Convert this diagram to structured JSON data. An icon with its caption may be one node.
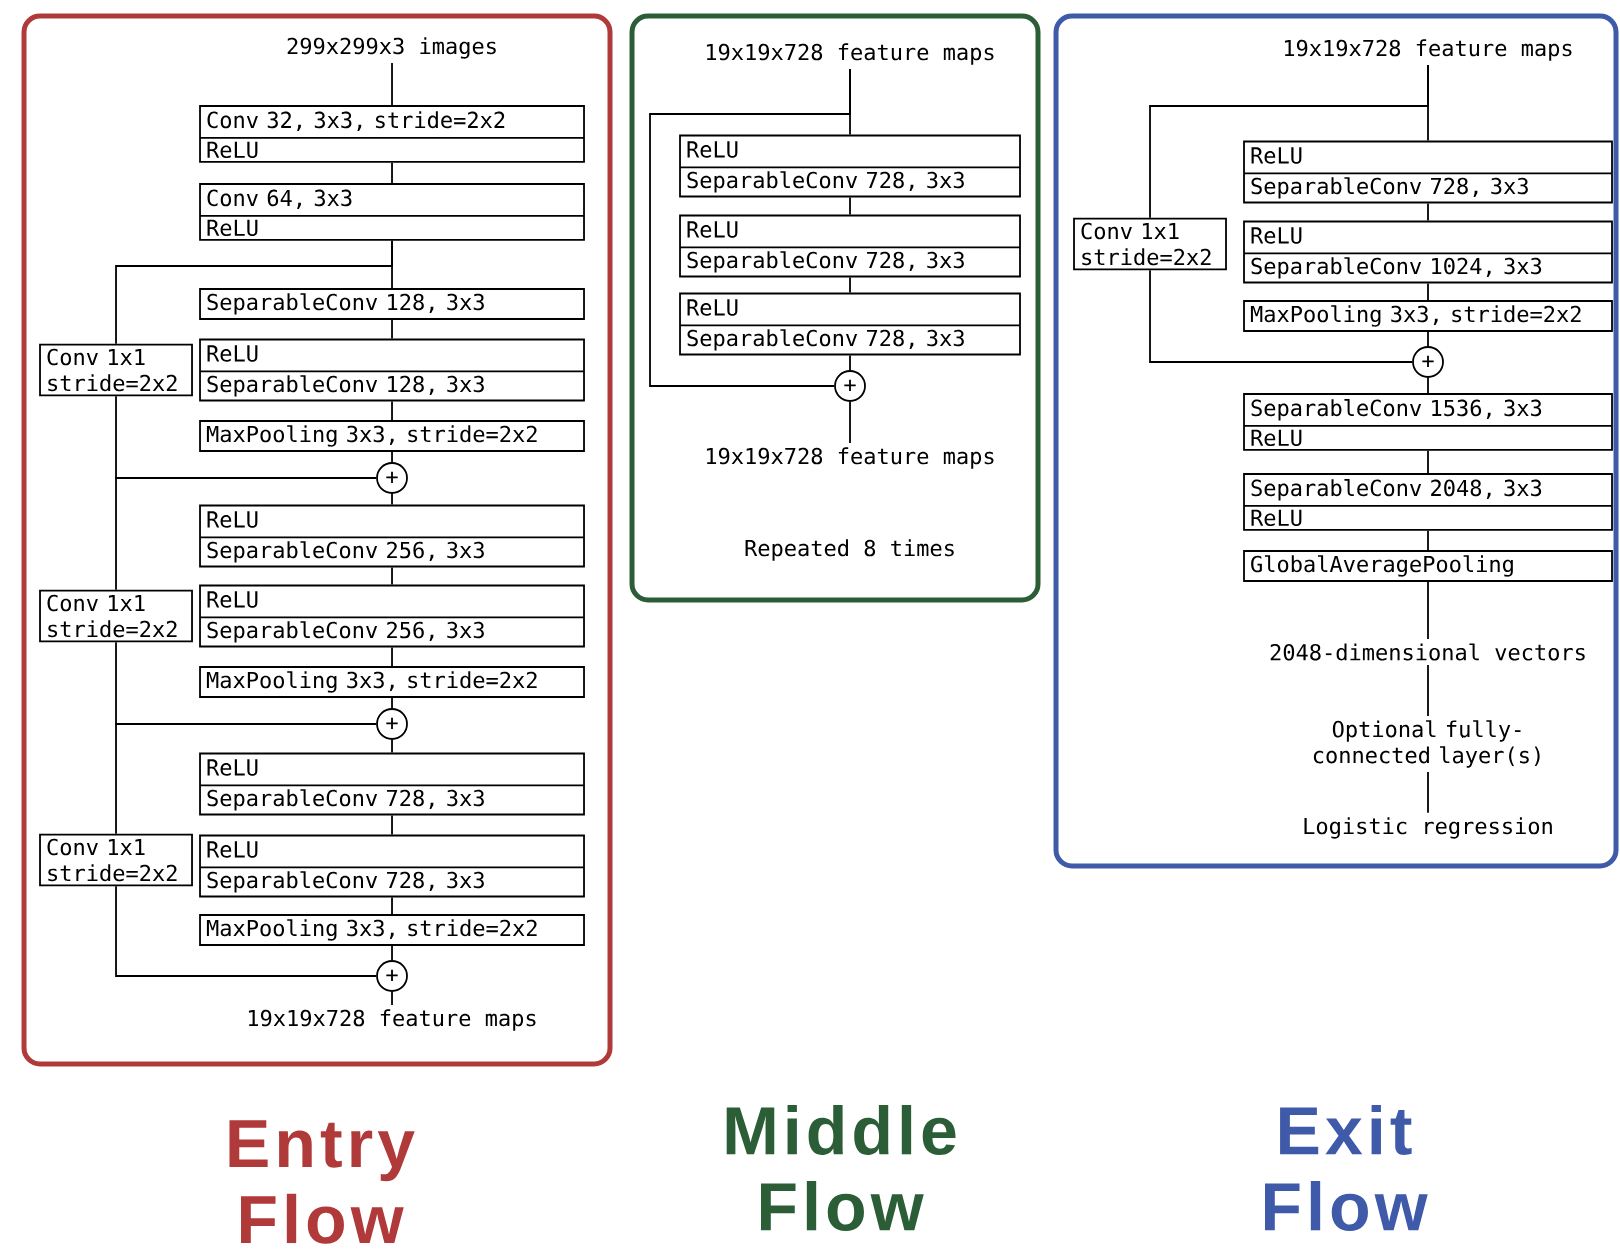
{
  "diagram": {
    "nodes": [
      {
        "text": [],
        "shape": "box"
      },
      {
        "text": [
          "299x299x3 images"
        ],
        "in": 0
      },
      {
        "text": [
          "Conv 32, 3x3, stride=2x2",
          "ReLU"
        ],
        "in": 0
      },
      {
        "text": [
          "Conv 64, 3x3",
          "ReLU"
        ],
        "in": 0
      },
      {
        "text": [
          "SeparableConv 128, 3x3"
        ],
        "in": 0
      },
      {
        "text": [
          "ReLU",
          "SeparableConv 128, 3x3"
        ],
        "in": 0
      },
      {
        "text": [
          "MaxPooling 3x3, stride=2x2"
        ],
        "in": 0
      },
      {
        "text": [
          "Conv 1x1 stride=2x2"
        ],
        "in": 0
      },
      {
        "text": [
          "+"
        ],
        "in": 0
      },
      {
        "text": [
          "ReLU",
          "SeparableConv 256, 3x3"
        ],
        "in": 0
      },
      {
        "text": [
          "ReLU",
          "SeparableConv 256, 3x3"
        ],
        "in": 0
      },
      {
        "text": [
          "MaxPooling 3x3, stride=2x2"
        ],
        "in": 0
      },
      {
        "text": [
          "Conv 1x1 stride=2x2"
        ],
        "in": 0
      },
      {
        "text": [
          "+"
        ],
        "in": 0
      },
      {
        "text": [
          "ReLU",
          "SeparableConv 728, 3x3"
        ],
        "in": 0
      },
      {
        "text": [
          "ReLU",
          "SeparableConv 728, 3x3"
        ],
        "in": 0
      },
      {
        "text": [
          "MaxPooling 3x3, stride=2x2"
        ],
        "in": 0
      },
      {
        "text": [
          "Conv 1x1 stride=2x2"
        ],
        "in": 0
      },
      {
        "text": [
          "+"
        ],
        "in": 0
      },
      {
        "text": [
          "19x19x728 feature maps"
        ],
        "in": 0
      },
      {
        "text": [],
        "shape": "box"
      },
      {
        "text": [
          "19x19x728 feature maps"
        ],
        "in": 20
      },
      {
        "text": [
          "ReLU",
          "SeparableConv 728, 3x3"
        ],
        "in": 20
      },
      {
        "text": [
          "ReLU",
          "SeparableConv 728, 3x3"
        ],
        "in": 20
      },
      {
        "text": [
          "ReLU",
          "SeparableConv 728, 3x3"
        ],
        "in": 20
      },
      {
        "text": [
          "+"
        ],
        "in": 20
      },
      {
        "text": [
          "19x19x728 feature maps"
        ],
        "in": 20
      },
      {
        "text": [],
        "shape": "box"
      },
      {
        "text": [
          "19x19x728 feature maps"
        ],
        "in": 27
      },
      {
        "text": [
          "ReLU",
          "SeparableConv 728, 3x3"
        ],
        "in": 27
      },
      {
        "text": [
          "ReLU",
          "SeparableConv 1024, 3x3"
        ],
        "in": 27
      },
      {
        "text": [
          "MaxPooling 3x3, stride=2x2"
        ],
        "in": 27
      },
      {
        "text": [
          "Conv 1x1 stride=2x2"
        ],
        "in": 27
      },
      {
        "text": [
          "+"
        ],
        "in": 27
      },
      {
        "text": [
          "SeparableConv 1536, 3x3",
          "ReLU"
        ],
        "in": 27
      },
      {
        "text": [
          "SeparableConv 2048, 3x3",
          "ReLU"
        ],
        "in": 27
      },
      {
        "text": [
          "GlobalAveragePooling"
        ],
        "in": 27
      },
      {
        "text": [
          "2048-dimensional vectors"
        ],
        "in": 27
      },
      {
        "text": [
          "Optional fully-connected layer(s)"
        ],
        "in": 27
      },
      {
        "text": [
          "Logistic regression"
        ],
        "in": 27
      }
    ],
    "edges": [
      {
        "from": 1,
        "to": 2,
        "arrow": "none"
      },
      {
        "from": 2,
        "to": 3,
        "arrow": "none"
      },
      {
        "from": 3,
        "to": 4,
        "arrow": "none"
      },
      {
        "from": 3,
        "to": 7,
        "arrow": "none"
      },
      {
        "from": 4,
        "to": 5,
        "arrow": "none"
      },
      {
        "from": 5,
        "to": 6,
        "arrow": "none"
      },
      {
        "from": 6,
        "to": 8,
        "arrow": "none"
      },
      {
        "from": 7,
        "to": 8,
        "arrow": "none"
      },
      {
        "from": 8,
        "to": 9,
        "arrow": "none"
      },
      {
        "from": 8,
        "to": 12,
        "arrow": "none"
      },
      {
        "from": 9,
        "to": 10,
        "arrow": "none"
      },
      {
        "from": 10,
        "to": 11,
        "arrow": "none"
      },
      {
        "from": 11,
        "to": 13,
        "arrow": "none"
      },
      {
        "from": 12,
        "to": 13,
        "arrow": "none"
      },
      {
        "from": 13,
        "to": 14,
        "arrow": "none"
      },
      {
        "from": 13,
        "to": 17,
        "arrow": "none"
      },
      {
        "from": 14,
        "to": 15,
        "arrow": "none"
      },
      {
        "from": 15,
        "to": 16,
        "arrow": "none"
      },
      {
        "from": 16,
        "to": 18,
        "arrow": "none"
      },
      {
        "from": 17,
        "to": 18,
        "arrow": "none"
      },
      {
        "from": 18,
        "to": 19,
        "arrow": "none"
      },
      {
        "from": 21,
        "to": 22,
        "arrow": "none"
      },
      {
        "from": 22,
        "to": 23,
        "arrow": "none"
      },
      {
        "from": 23,
        "to": 24,
        "arrow": "none"
      },
      {
        "from": 24,
        "to": 25,
        "arrow": "none"
      },
      {
        "from": 21,
        "to": 25,
        "arrow": "none"
      },
      {
        "from": 25,
        "to": 26,
        "arrow": "none"
      },
      {
        "from": 28,
        "to": 29,
        "arrow": "none"
      },
      {
        "from": 28,
        "to": 32,
        "arrow": "none"
      },
      {
        "from": 29,
        "to": 30,
        "arrow": "none"
      },
      {
        "from": 30,
        "to": 31,
        "arrow": "none"
      },
      {
        "from": 31,
        "to": 33,
        "arrow": "none"
      },
      {
        "from": 32,
        "to": 33,
        "arrow": "none"
      },
      {
        "from": 33,
        "to": 34,
        "arrow": "none"
      },
      {
        "from": 34,
        "to": 35,
        "arrow": "none"
      },
      {
        "from": 35,
        "to": 36,
        "arrow": "none"
      },
      {
        "from": 36,
        "to": 37,
        "arrow": "none"
      },
      {
        "from": 37,
        "to": 38,
        "arrow": "none"
      },
      {
        "from": 38,
        "to": 39,
        "arrow": "none"
      }
    ],
    "labels": [
      "Repeated 8 times",
      "Entry Flow",
      "Middle Flow",
      "Exit Flow"
    ]
  }
}
